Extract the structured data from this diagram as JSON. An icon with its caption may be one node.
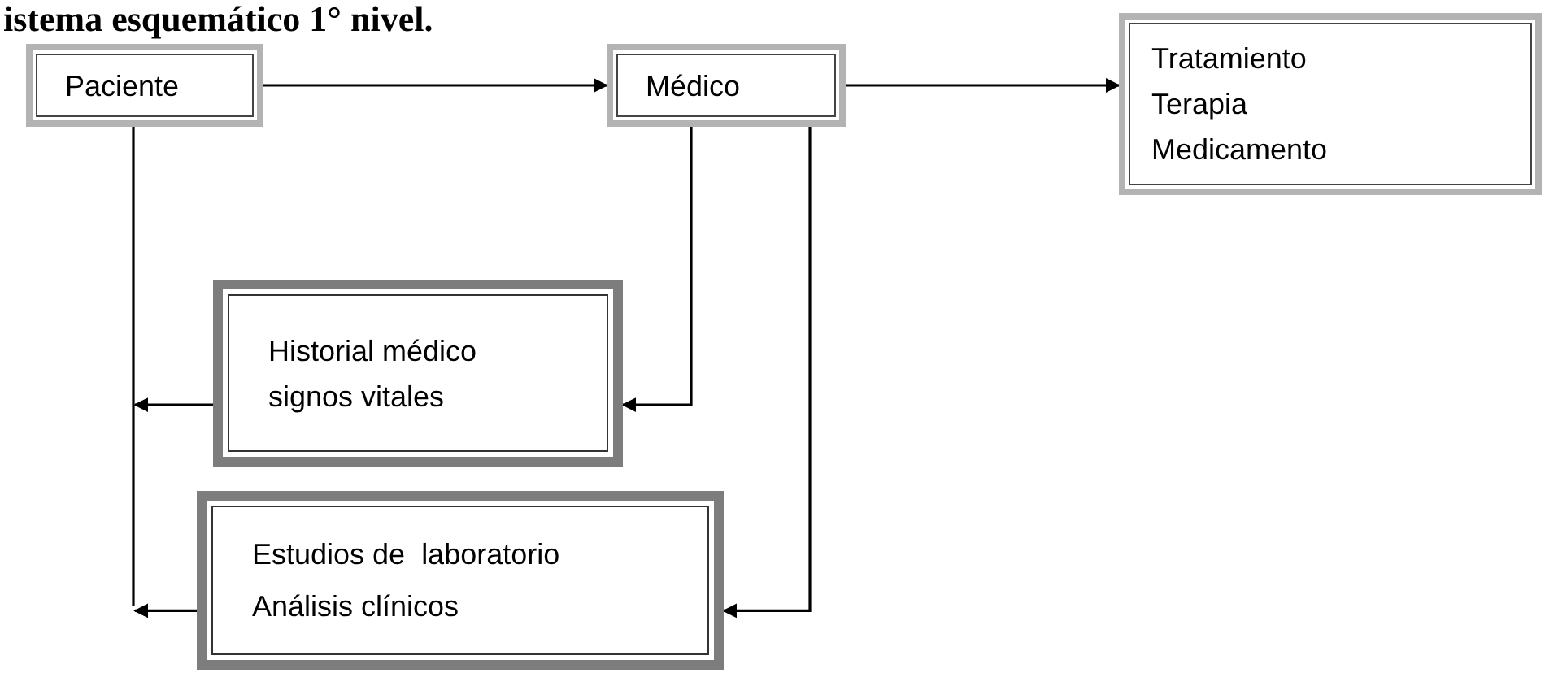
{
  "diagram": {
    "title": "istema esquemático 1° nivel.",
    "nodes": [
      {
        "text": [
          "Paciente"
        ]
      },
      {
        "text": [
          "Médico"
        ]
      },
      {
        "text": [
          "Tratamiento",
          "Terapia",
          "Medicamento"
        ]
      },
      {
        "text": [
          "Historial médico",
          "signos vitales"
        ]
      },
      {
        "text": [
          "Estudios de  laboratorio",
          "Análisis clínicos"
        ]
      }
    ],
    "edges": [
      {
        "from": 0,
        "to": 1,
        "arrow": "to"
      },
      {
        "from": 1,
        "to": 2,
        "arrow": "to"
      },
      {
        "from": 1,
        "to": 3,
        "arrow": "to"
      },
      {
        "from": 1,
        "to": 4,
        "arrow": "to"
      },
      {
        "from": 0,
        "to": null,
        "arrow": "none"
      },
      {
        "from": 3,
        "to": null,
        "arrow": "to"
      },
      {
        "from": 4,
        "to": null,
        "arrow": "to"
      }
    ]
  }
}
